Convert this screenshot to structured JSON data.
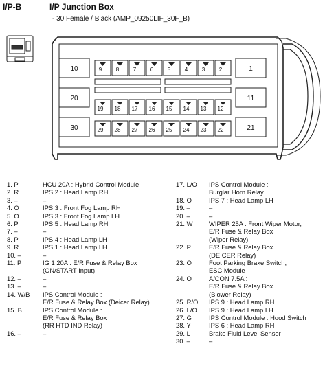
{
  "header": {
    "code": "I/P-B",
    "title": "I/P Junction Box",
    "subtitle": "- 30 Female / Black (AMP_09250LIF_30F_B)"
  },
  "connector": {
    "big_pins": [
      "10",
      "1",
      "20",
      "11",
      "30",
      "21"
    ],
    "row1_pins": [
      "9",
      "8",
      "7",
      "6",
      "5",
      "4",
      "3",
      "2"
    ],
    "row2_pins": [
      "19",
      "18",
      "17",
      "16",
      "15",
      "14",
      "13",
      "12"
    ],
    "row3_pins": [
      "29",
      "28",
      "27",
      "26",
      "25",
      "24",
      "23",
      "22"
    ]
  },
  "pins_left": [
    {
      "id": "1. P",
      "desc": [
        "HCU 20A : Hybrid Control Module"
      ]
    },
    {
      "id": "2. R",
      "desc": [
        "IPS 2 : Head Lamp RH"
      ]
    },
    {
      "id": "3. –",
      "desc": [
        "–"
      ]
    },
    {
      "id": "4. O",
      "desc": [
        "IPS 3 : Front Fog Lamp RH"
      ]
    },
    {
      "id": "5. O",
      "desc": [
        "IPS 3 : Front Fog Lamp LH"
      ]
    },
    {
      "id": "6. P",
      "desc": [
        "IPS 5 : Head Lamp RH"
      ]
    },
    {
      "id": "7. –",
      "desc": [
        "–"
      ]
    },
    {
      "id": "8. P",
      "desc": [
        "IPS 4 : Head Lamp LH"
      ]
    },
    {
      "id": "9. R",
      "desc": [
        "IPS 1 : Head Lamp LH"
      ]
    },
    {
      "id": "10. –",
      "desc": [
        "–"
      ]
    },
    {
      "id": "11. P",
      "desc": [
        "IG 1 20A : E/R Fuse & Relay Box",
        "(ON/START Input)"
      ]
    },
    {
      "id": "12. –",
      "desc": [
        "–"
      ]
    },
    {
      "id": "13. –",
      "desc": [
        "–"
      ]
    },
    {
      "id": "14. W/B",
      "desc": [
        "IPS Control Module :",
        "E/R Fuse & Relay Box (Deicer Relay)"
      ]
    },
    {
      "id": "15. B",
      "desc": [
        "IPS Control Module :",
        "E/R Fuse & Relay Box",
        "(RR HTD IND Relay)"
      ]
    },
    {
      "id": "16. –",
      "desc": [
        "–"
      ]
    }
  ],
  "pins_right": [
    {
      "id": "17. L/O",
      "desc": [
        "IPS Control Module :",
        "Burglar Horn Relay"
      ]
    },
    {
      "id": "18. O",
      "desc": [
        "IPS 7 : Head Lamp LH"
      ]
    },
    {
      "id": "19. –",
      "desc": [
        "–"
      ]
    },
    {
      "id": "20. –",
      "desc": [
        "–"
      ]
    },
    {
      "id": "21. W",
      "desc": [
        "WIPER 25A : Front Wiper Motor,",
        "E/R Fuse & Relay Box",
        "(Wiper Relay)"
      ]
    },
    {
      "id": "22. P",
      "desc": [
        "E/R Fuse & Relay Box",
        "(DEICER Relay)"
      ]
    },
    {
      "id": "23. O",
      "desc": [
        "Foot Parking Brake Switch,",
        "ESC Module"
      ]
    },
    {
      "id": "24. O",
      "desc": [
        "A/CON 7.5A :",
        "E/R Fuse & Relay Box",
        "(Blower Relay)"
      ]
    },
    {
      "id": "25. R/O",
      "desc": [
        "IPS 9 : Head Lamp RH"
      ]
    },
    {
      "id": "26. L/O",
      "desc": [
        "IPS 9 : Head Lamp LH"
      ]
    },
    {
      "id": "27. G",
      "desc": [
        "IPS Control Module : Hood Switch"
      ]
    },
    {
      "id": "28. Y",
      "desc": [
        "IPS 6 : Head Lamp RH"
      ]
    },
    {
      "id": "29. L",
      "desc": [
        "Brake Fluid Level Sensor"
      ]
    },
    {
      "id": "30. –",
      "desc": [
        "–"
      ]
    }
  ]
}
